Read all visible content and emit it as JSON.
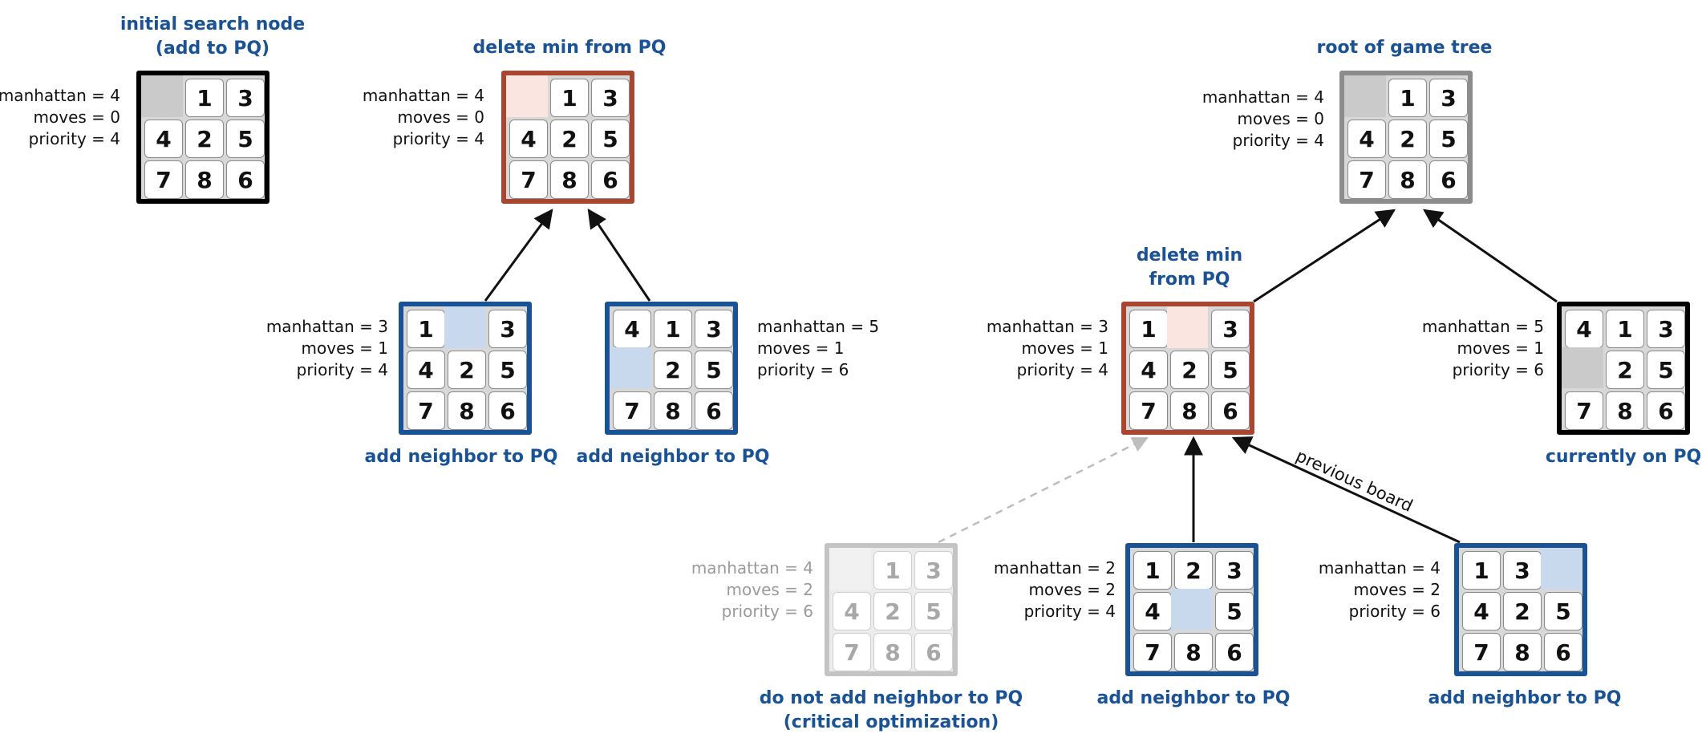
{
  "stat_labels": {
    "manhattan": "manhattan",
    "moves": "moves",
    "priority": "priority"
  },
  "edge_label": "previous board",
  "boards": [
    {
      "id": "b1",
      "style": "black",
      "blank_style": "gray",
      "tiles": [
        0,
        1,
        3,
        4,
        2,
        5,
        7,
        8,
        6
      ],
      "manhattan": 4,
      "moves": 0,
      "priority": 4,
      "caption": "initial search node\n(add to PQ)"
    },
    {
      "id": "b2",
      "style": "red",
      "blank_style": "red",
      "tiles": [
        0,
        1,
        3,
        4,
        2,
        5,
        7,
        8,
        6
      ],
      "manhattan": 4,
      "moves": 0,
      "priority": 4,
      "caption": "delete min from PQ"
    },
    {
      "id": "b3",
      "style": "blue",
      "blank_style": "blue",
      "tiles": [
        1,
        0,
        3,
        4,
        2,
        5,
        7,
        8,
        6
      ],
      "manhattan": 3,
      "moves": 1,
      "priority": 4,
      "caption": "add neighbor to PQ"
    },
    {
      "id": "b4",
      "style": "blue",
      "blank_style": "blue",
      "tiles": [
        4,
        1,
        3,
        0,
        2,
        5,
        7,
        8,
        6
      ],
      "manhattan": 5,
      "moves": 1,
      "priority": 6,
      "caption": "add neighbor to PQ"
    },
    {
      "id": "b5",
      "style": "gray",
      "blank_style": "gray",
      "tiles": [
        0,
        1,
        3,
        4,
        2,
        5,
        7,
        8,
        6
      ],
      "manhattan": 4,
      "moves": 0,
      "priority": 4,
      "caption": "root of game tree"
    },
    {
      "id": "b6",
      "style": "red",
      "blank_style": "red",
      "tiles": [
        1,
        0,
        3,
        4,
        2,
        5,
        7,
        8,
        6
      ],
      "manhattan": 3,
      "moves": 1,
      "priority": 4,
      "caption": "delete min\nfrom PQ"
    },
    {
      "id": "b7",
      "style": "black",
      "blank_style": "gray",
      "tiles": [
        4,
        1,
        3,
        0,
        2,
        5,
        7,
        8,
        6
      ],
      "manhattan": 5,
      "moves": 1,
      "priority": 6,
      "caption": "currently on PQ"
    },
    {
      "id": "b8",
      "style": "faded",
      "blank_style": "faded",
      "tiles": [
        0,
        1,
        3,
        4,
        2,
        5,
        7,
        8,
        6
      ],
      "manhattan": 4,
      "moves": 2,
      "priority": 6,
      "caption": "do not add neighbor to PQ\n(critical optimization)"
    },
    {
      "id": "b9",
      "style": "blue",
      "blank_style": "blue",
      "tiles": [
        1,
        2,
        3,
        4,
        0,
        5,
        7,
        8,
        6
      ],
      "manhattan": 2,
      "moves": 2,
      "priority": 4,
      "caption": "add neighbor to PQ"
    },
    {
      "id": "b10",
      "style": "blue",
      "blank_style": "blue",
      "tiles": [
        1,
        3,
        0,
        4,
        2,
        5,
        7,
        8,
        6
      ],
      "manhattan": 4,
      "moves": 2,
      "priority": 6,
      "caption": "add neighbor to PQ"
    }
  ]
}
